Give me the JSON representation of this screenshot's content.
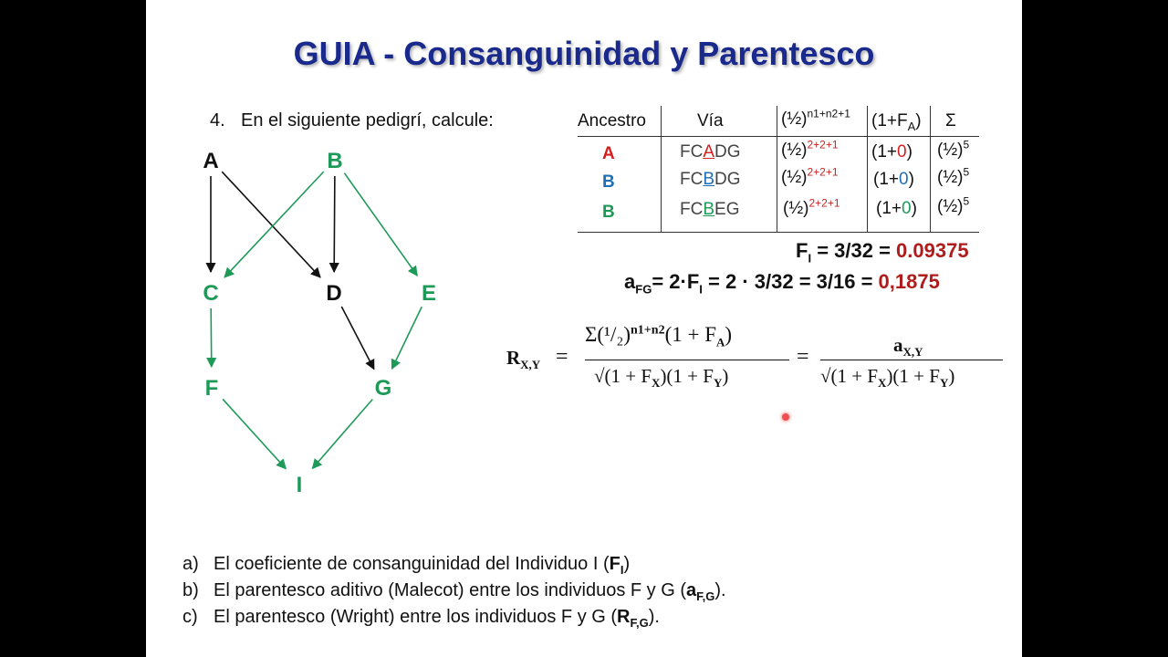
{
  "title": "GUIA  - Consanguinidad y Parentesco",
  "question": {
    "number": "4.",
    "text": "En el siguiente pedigrí, calcule:"
  },
  "pedigree": {
    "nodes": [
      {
        "id": "A",
        "color": "#111111"
      },
      {
        "id": "B",
        "color": "#1e9a58"
      },
      {
        "id": "C",
        "color": "#1e9a58"
      },
      {
        "id": "D",
        "color": "#111111"
      },
      {
        "id": "E",
        "color": "#1e9a58"
      },
      {
        "id": "F",
        "color": "#1e9a58"
      },
      {
        "id": "G",
        "color": "#1e9a58"
      },
      {
        "id": "I",
        "color": "#1e9a58"
      }
    ],
    "edges": [
      [
        "A",
        "C"
      ],
      [
        "A",
        "D"
      ],
      [
        "B",
        "C"
      ],
      [
        "B",
        "D"
      ],
      [
        "B",
        "E"
      ],
      [
        "C",
        "F"
      ],
      [
        "D",
        "G"
      ],
      [
        "E",
        "G"
      ],
      [
        "F",
        "I"
      ],
      [
        "G",
        "I"
      ]
    ]
  },
  "table": {
    "headers": {
      "ancestro": "Ancestro",
      "via": "Vía",
      "half": "(½)",
      "half_exp": "n1+n2+1",
      "one_fa": "(1+F",
      "one_fa_sub": "A",
      "one_fa_close": ")",
      "sum": "Σ"
    },
    "rows": [
      {
        "ancestro": "A",
        "via_pre": "FC",
        "via_mid": "A",
        "via_post": "DG",
        "half": "(½)",
        "exp": "2+2+1",
        "one_pre": "(1+",
        "one_val": "0",
        "one_post": ")",
        "sum": "(½)",
        "sum_exp": "5"
      },
      {
        "ancestro": "B",
        "via_pre": "FC",
        "via_mid": "B",
        "via_post": "DG",
        "half": "(½)",
        "exp": "2+2+1",
        "one_pre": "(1+",
        "one_val": "0",
        "one_post": ")",
        "sum": "(½)",
        "sum_exp": "5"
      },
      {
        "ancestro": "B",
        "via_pre": "FC",
        "via_mid": "B",
        "via_post": "EG",
        "half": "(½)",
        "exp": "2+2+1",
        "one_pre": "(1+",
        "one_val": "0",
        "one_post": ")",
        "sum": "(½)",
        "sum_exp": "5"
      }
    ]
  },
  "results": {
    "fi_label": "F",
    "fi_sub": "I",
    "fi_expr": " = 3/32 = ",
    "fi_value": "0.09375",
    "afg_label": "a",
    "afg_sub": "FG",
    "afg_expr1": "= 2·F",
    "afg_sub2": "I",
    "afg_expr2": " = 2 · 3/32 = 3/16 = ",
    "afg_value": "0,1875"
  },
  "formula": {
    "lhs": "R",
    "lhs_sub": "X,Y",
    "eq": "=",
    "num": "Σ(¹/₂)",
    "num_exp": "n1+n2",
    "num_tail": "(1 + F",
    "num_tail_sub": "A",
    "num_close": ")",
    "den": "√(1 + F",
    "den_sub1": "X",
    "den_mid": ")(1 + F",
    "den_sub2": "Y",
    "den_close": ")",
    "num2": "a",
    "num2_sub": "X,Y"
  },
  "parts": [
    {
      "label": "a)",
      "text": "El coeficiente de consanguinidad del Individuo I (",
      "bold": "F",
      "sub": "I",
      "close": ")"
    },
    {
      "label": "b)",
      "text": "El parentesco aditivo (Malecot) entre los individuos F y G (",
      "bold": "a",
      "sub": "F,G",
      "close": ")."
    },
    {
      "label": "c)",
      "text": "El parentesco (Wright) entre los individuos F y G (",
      "bold": "R",
      "sub": "F,G",
      "close": ")."
    }
  ]
}
